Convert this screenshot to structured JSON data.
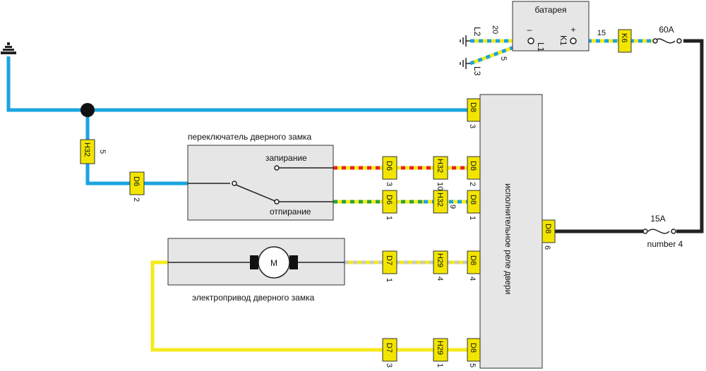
{
  "colors": {
    "blue": "#1aa3e0",
    "black": "#222222",
    "yellow": "#f5ea1c",
    "red": "#e8231e",
    "green": "#2aa33a",
    "gray": "#c9c9c9",
    "connector_fill": "#f2e600",
    "box_fill": "#e6e6e6"
  },
  "battery": {
    "title": "батарея",
    "minus": "–",
    "plus": "+",
    "pin_l1": "L1",
    "pin_k1": "K1",
    "ground_l2": "L2",
    "ground_l3": "L3",
    "wire_l2": "20",
    "wire_l3": "5",
    "wire_k1": "15"
  },
  "fuses": {
    "main": {
      "rating": "60A"
    },
    "f4": {
      "rating": "15A",
      "name": "number 4"
    }
  },
  "relay": {
    "title": "исполнительное реле двери"
  },
  "switch": {
    "title": "переключатель дверного замка",
    "lock": "запирание",
    "unlock": "отпирание"
  },
  "motor": {
    "title": "электропривод дверного замка",
    "symbol": "M"
  },
  "connectors": {
    "k6": "K6",
    "h32_left": "H32",
    "d6_left": "D6",
    "d6_top": "D6",
    "h32_top": "H32",
    "d8_top": "D8",
    "d6_bot": "D6",
    "h32_bot": "H32",
    "d8_bot": "D8",
    "d8_ground": "D8",
    "d8_power": "D8",
    "d7_motor": "D7",
    "h29_motor": "H29",
    "d8_motor": "D8",
    "d7_low": "D7",
    "h29_low": "H29",
    "d8_low": "D8"
  },
  "pins": {
    "h32_left": "5",
    "d6_left": "2",
    "d8_ground": "3",
    "d6_top": "3",
    "h32_top": "10",
    "d8_top": "2",
    "d6_bot": "1",
    "h32_bot": "9",
    "d8_bot": "1",
    "d8_power": "6",
    "d7_motor": "1",
    "h29_motor": "4",
    "d8_motor": "4",
    "d7_low": "3",
    "h29_low": "1",
    "d8_low": "5"
  }
}
